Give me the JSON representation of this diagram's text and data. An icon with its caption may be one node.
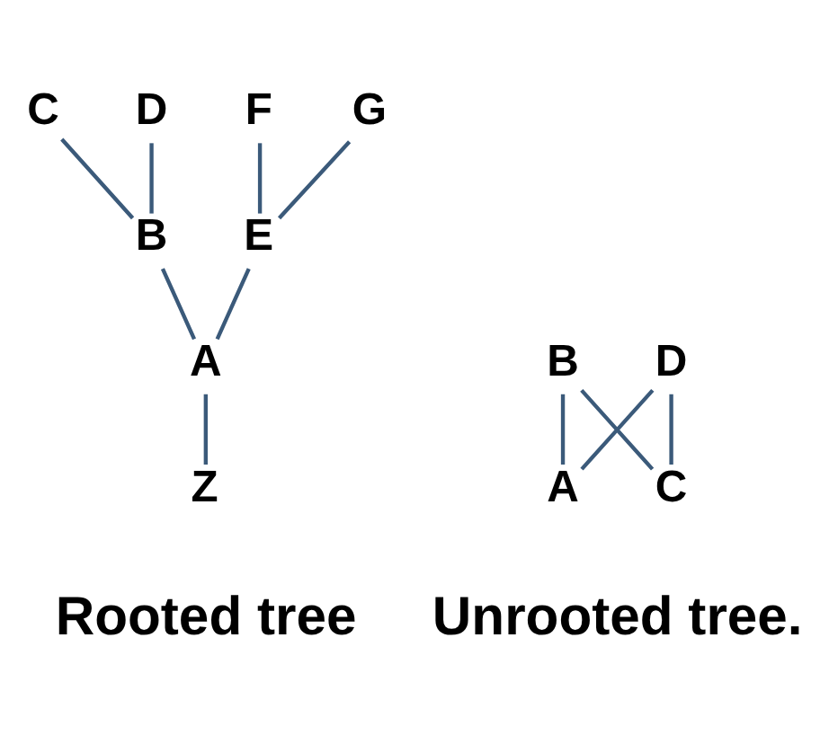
{
  "diagram": {
    "nodes": [
      {
        "text": [
          "C"
        ]
      },
      {
        "text": [
          "D"
        ]
      },
      {
        "text": [
          "F"
        ]
      },
      {
        "text": [
          "G"
        ]
      },
      {
        "text": [
          "B"
        ]
      },
      {
        "text": [
          "E"
        ]
      },
      {
        "text": [
          "A"
        ]
      },
      {
        "text": [
          "B"
        ]
      },
      {
        "text": [
          "A"
        ]
      },
      {
        "text": [
          "C"
        ]
      },
      {
        "text": [
          "D"
        ]
      },
      {
        "text": [
          "Z"
        ]
      }
    ],
    "edges": [
      {
        "from": 4,
        "to": 0,
        "arrow": "none"
      },
      {
        "from": 4,
        "to": 1,
        "arrow": "none"
      },
      {
        "from": 5,
        "to": 2,
        "arrow": "none"
      },
      {
        "from": 5,
        "to": 3,
        "arrow": "none"
      },
      {
        "from": 8,
        "to": 4,
        "arrow": "none"
      },
      {
        "from": 8,
        "to": 5,
        "arrow": "none"
      },
      {
        "from": 11,
        "to": 8,
        "arrow": "none"
      },
      {
        "from": 6,
        "to": 7,
        "arrow": "none"
      },
      {
        "from": 6,
        "to": 10,
        "arrow": "none"
      },
      {
        "from": 9,
        "to": 7,
        "arrow": "none"
      },
      {
        "from": 9,
        "to": 10,
        "arrow": "none"
      }
    ],
    "labels": [
      "Rooted tree",
      "Unrooted tree."
    ]
  }
}
